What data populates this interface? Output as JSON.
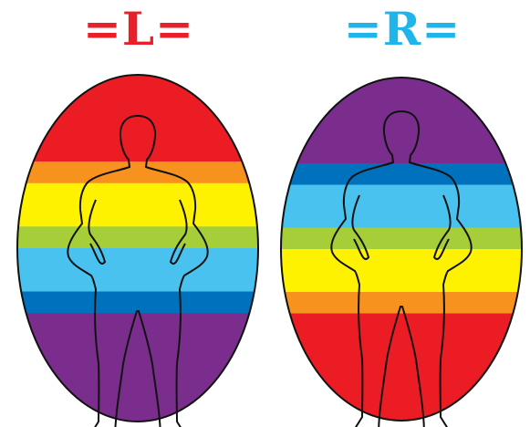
{
  "left_panel": {
    "title": "=L=",
    "title_color": "#e8202a",
    "bands": [
      {
        "color": "#ec1c24",
        "weight": 4
      },
      {
        "color": "#f7921e",
        "weight": 1
      },
      {
        "color": "#fff200",
        "weight": 2
      },
      {
        "color": "#a6ce39",
        "weight": 1
      },
      {
        "color": "#4ac2ef",
        "weight": 2
      },
      {
        "color": "#0071bc",
        "weight": 1
      },
      {
        "color": "#7b2d8e",
        "weight": 5
      }
    ]
  },
  "right_panel": {
    "title": "=R=",
    "title_color": "#1fb5ea",
    "bands": [
      {
        "color": "#7b2d8e",
        "weight": 4
      },
      {
        "color": "#0071bc",
        "weight": 1
      },
      {
        "color": "#4ac2ef",
        "weight": 2
      },
      {
        "color": "#a6ce39",
        "weight": 1
      },
      {
        "color": "#fff200",
        "weight": 2
      },
      {
        "color": "#f7921e",
        "weight": 1
      },
      {
        "color": "#ec1c24",
        "weight": 5
      }
    ]
  },
  "figure": {
    "outline_color": "#111111",
    "icon": "human-silhouette-icon"
  }
}
